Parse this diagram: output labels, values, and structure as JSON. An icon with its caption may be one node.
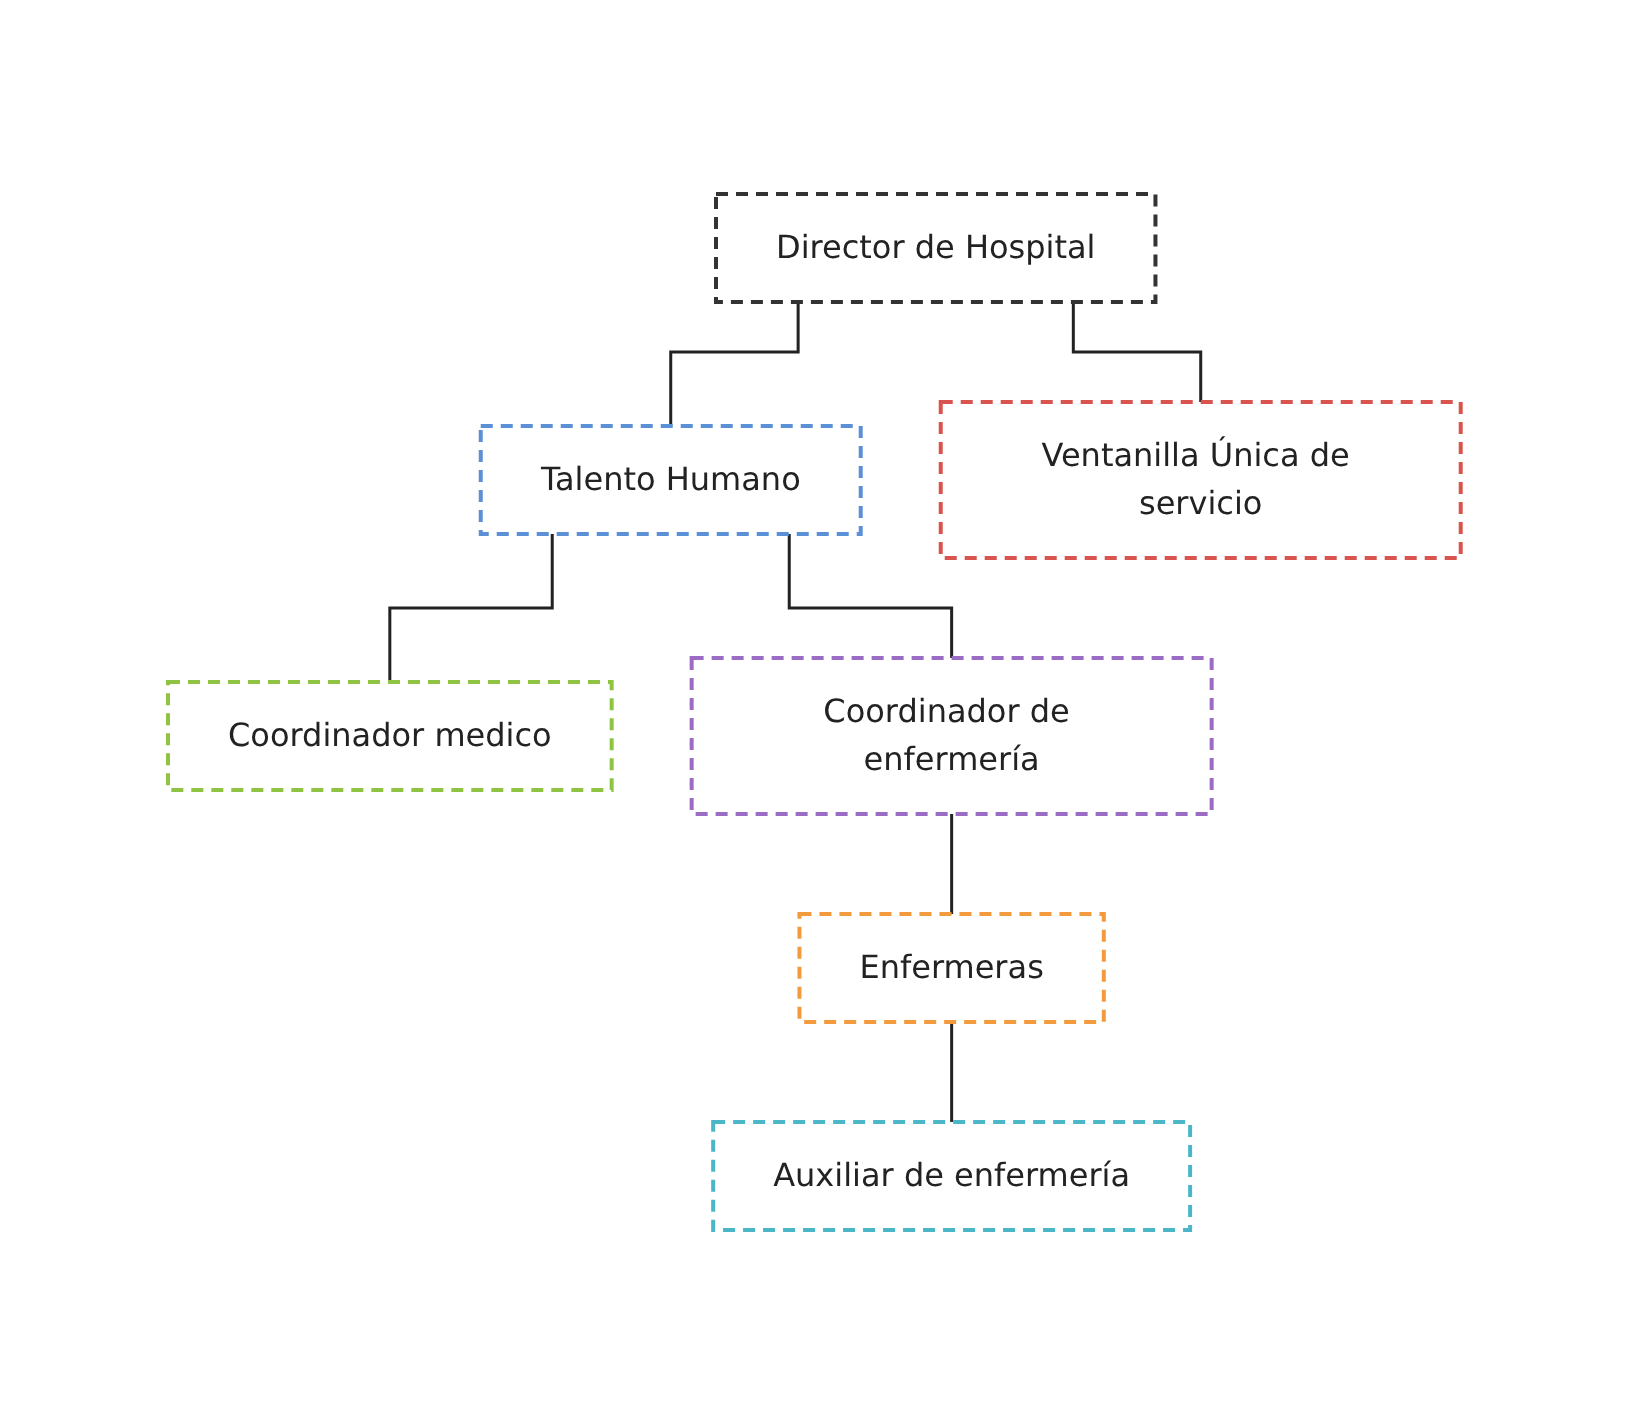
{
  "diagram": {
    "nodes": [
      {
        "text": [
          "Director de Hospital"
        ]
      },
      {
        "text": [
          "Talento Humano"
        ]
      },
      {
        "text": [
          "Ventanilla Única de servicio"
        ]
      },
      {
        "text": [
          "Coordinador medico"
        ]
      },
      {
        "text": [
          "Coordinador de enfermería"
        ]
      },
      {
        "text": [
          "Enfermeras"
        ]
      },
      {
        "text": [
          "Auxiliar de enfermería"
        ]
      }
    ],
    "edges": [
      {
        "from": 0,
        "to": 1,
        "arrow": "none"
      },
      {
        "from": 0,
        "to": 2,
        "arrow": "none"
      },
      {
        "from": 1,
        "to": 3,
        "arrow": "none"
      },
      {
        "from": 1,
        "to": 4,
        "arrow": "none"
      },
      {
        "from": 4,
        "to": 5,
        "arrow": "none"
      },
      {
        "from": 5,
        "to": 6,
        "arrow": "none"
      }
    ]
  }
}
